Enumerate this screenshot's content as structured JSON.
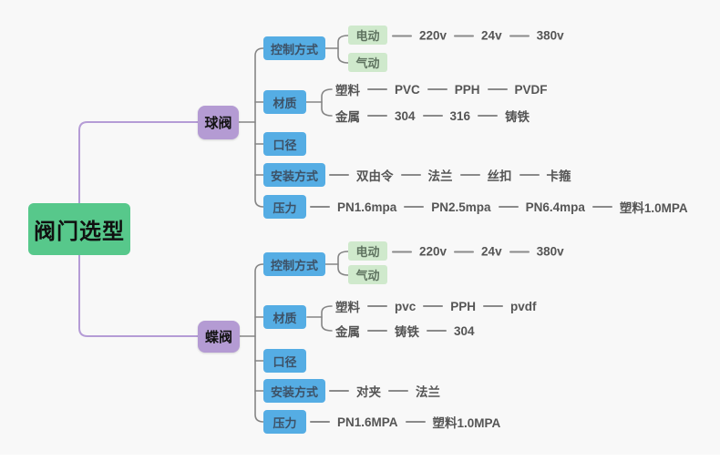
{
  "title": "阀门选型",
  "colors": {
    "canvas_background": "#f8f8f8",
    "root_green": "#57c88b",
    "branch_purple": "#b49bd3",
    "category_blue": "#55ade4",
    "leaf_green": "#cfe9cc",
    "connector_gray": "#858585",
    "connector_purple": "#b59cd6"
  },
  "ball": {
    "label": "球阀",
    "control": {
      "label": "控制方式",
      "electric": "电动",
      "pneumatic": "气动",
      "voltages": [
        "220v",
        "24v",
        "380v"
      ]
    },
    "material": {
      "label": "材质",
      "plastic": "塑料",
      "plastic_values": [
        "PVC",
        "PPH",
        "PVDF"
      ],
      "metal": "金属",
      "metal_values": [
        "304",
        "316",
        "铸铁"
      ]
    },
    "diameter": {
      "label": "口径"
    },
    "install": {
      "label": "安装方式",
      "values": [
        "双由令",
        "法兰",
        "丝扣",
        "卡箍"
      ]
    },
    "pressure": {
      "label": "压力",
      "values": [
        "PN1.6mpa",
        "PN2.5mpa",
        "PN6.4mpa",
        "塑料1.0MPA"
      ]
    }
  },
  "butterfly": {
    "label": "蝶阀",
    "control": {
      "label": "控制方式",
      "electric": "电动",
      "pneumatic": "气动",
      "voltages": [
        "220v",
        "24v",
        "380v"
      ]
    },
    "material": {
      "label": "材质",
      "plastic": "塑料",
      "plastic_values": [
        "pvc",
        "PPH",
        "pvdf"
      ],
      "metal": "金属",
      "metal_values": [
        "铸铁",
        "304"
      ]
    },
    "diameter": {
      "label": "口径"
    },
    "install": {
      "label": "安装方式",
      "values": [
        "对夹",
        "法兰"
      ]
    },
    "pressure": {
      "label": "压力",
      "values": [
        "PN1.6MPA",
        "塑料1.0MPA"
      ]
    }
  }
}
